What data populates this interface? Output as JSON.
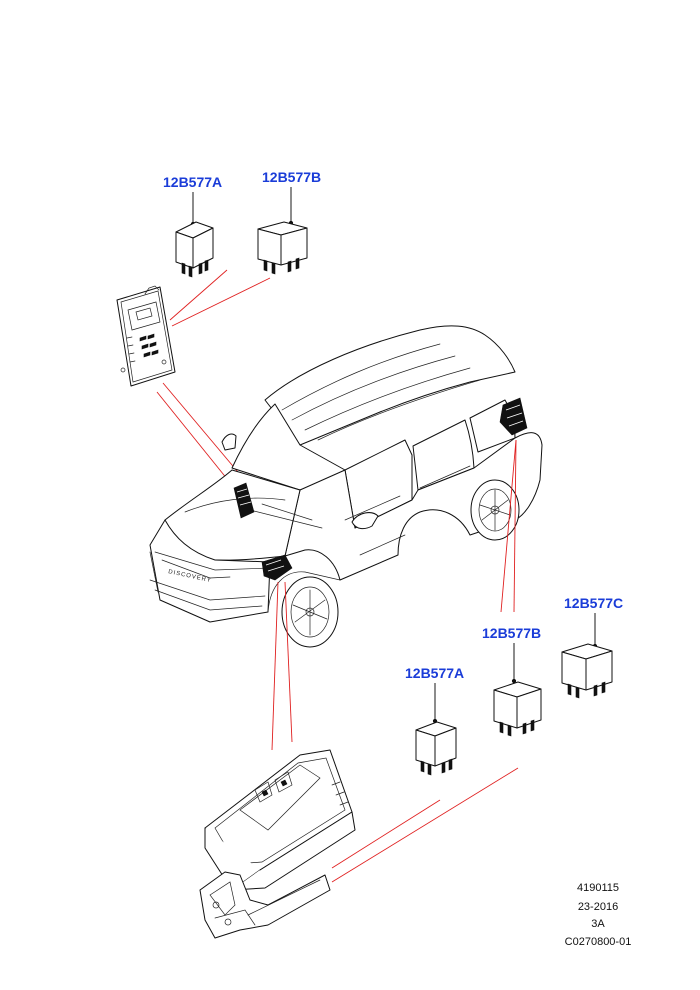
{
  "labels": {
    "upper_relay_a": "12B577A",
    "upper_relay_b": "12B577B",
    "lower_relay_a": "12B577A",
    "lower_relay_b": "12B577B",
    "lower_relay_c": "12B577C"
  },
  "footer": {
    "line1": "4190115",
    "line2": "23-2016",
    "line3": "3A",
    "line4": "C0270800-01"
  },
  "colors": {
    "label": "#1a3cd8",
    "callout_line": "#e02020",
    "ink": "#111111"
  }
}
